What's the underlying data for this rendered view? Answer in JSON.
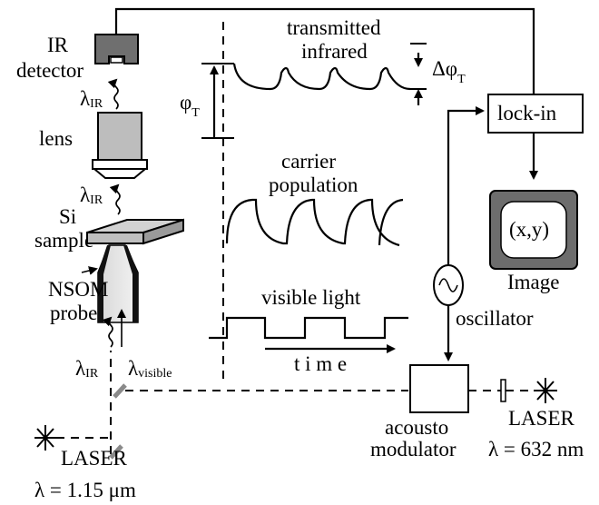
{
  "labels": {
    "ir_detector_line1": "IR",
    "ir_detector_line2": "detector",
    "lambda_ir_1": "λ",
    "lambda_ir_1_sub": "IR",
    "lens": "lens",
    "lambda_ir_2": "λ",
    "lambda_ir_2_sub": "IR",
    "si_sample_line1": "Si",
    "si_sample_line2": "sample",
    "nsom_probe_line1": "NSOM",
    "nsom_probe_line2": "probe",
    "lambda_ir_3": "λ",
    "lambda_ir_3_sub": "IR",
    "lambda_visible": "λ",
    "lambda_visible_sub": "visible",
    "laser_left": "LASER",
    "laser_left_wavelength": "λ = 1.15 μm",
    "transmitted_line1": "transmitted",
    "transmitted_line2": "infrared",
    "phi_t": "φ",
    "phi_t_sub": "T",
    "delta_phi_t": "Δφ",
    "delta_phi_t_sub": "T",
    "carrier_line1": "carrier",
    "carrier_line2": "population",
    "visible_light": "visible light",
    "time": "t i m e",
    "lock_in": "lock-in",
    "image_coords": "(x,y)",
    "image_label": "Image",
    "oscillator": "oscillator",
    "acousto_line1": "acousto",
    "acousto_line2": "modulator",
    "laser_right": "LASER",
    "laser_right_wavelength": "λ = 632 nm"
  }
}
